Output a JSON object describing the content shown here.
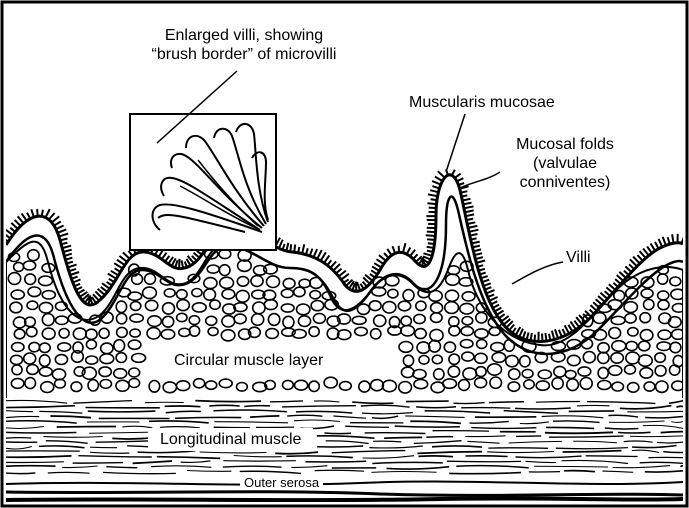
{
  "diagram": {
    "labels": {
      "enlarged_villi_line1": "Enlarged villi, showing",
      "enlarged_villi_line2": "“brush border” of microvilli",
      "muscularis_mucosae": "Muscularis mucosae",
      "mucosal_folds_line1": "Mucosal folds",
      "mucosal_folds_line2": "(valvulae",
      "mucosal_folds_line3": "conniventes)",
      "villi": "Villi",
      "circular_muscle": "Circular muscle layer",
      "longitudinal_muscle": "Longitudinal muscle",
      "outer_serosa": "Outer serosa"
    },
    "colors": {
      "ink": "#000000",
      "paper": "#ffffff"
    }
  }
}
